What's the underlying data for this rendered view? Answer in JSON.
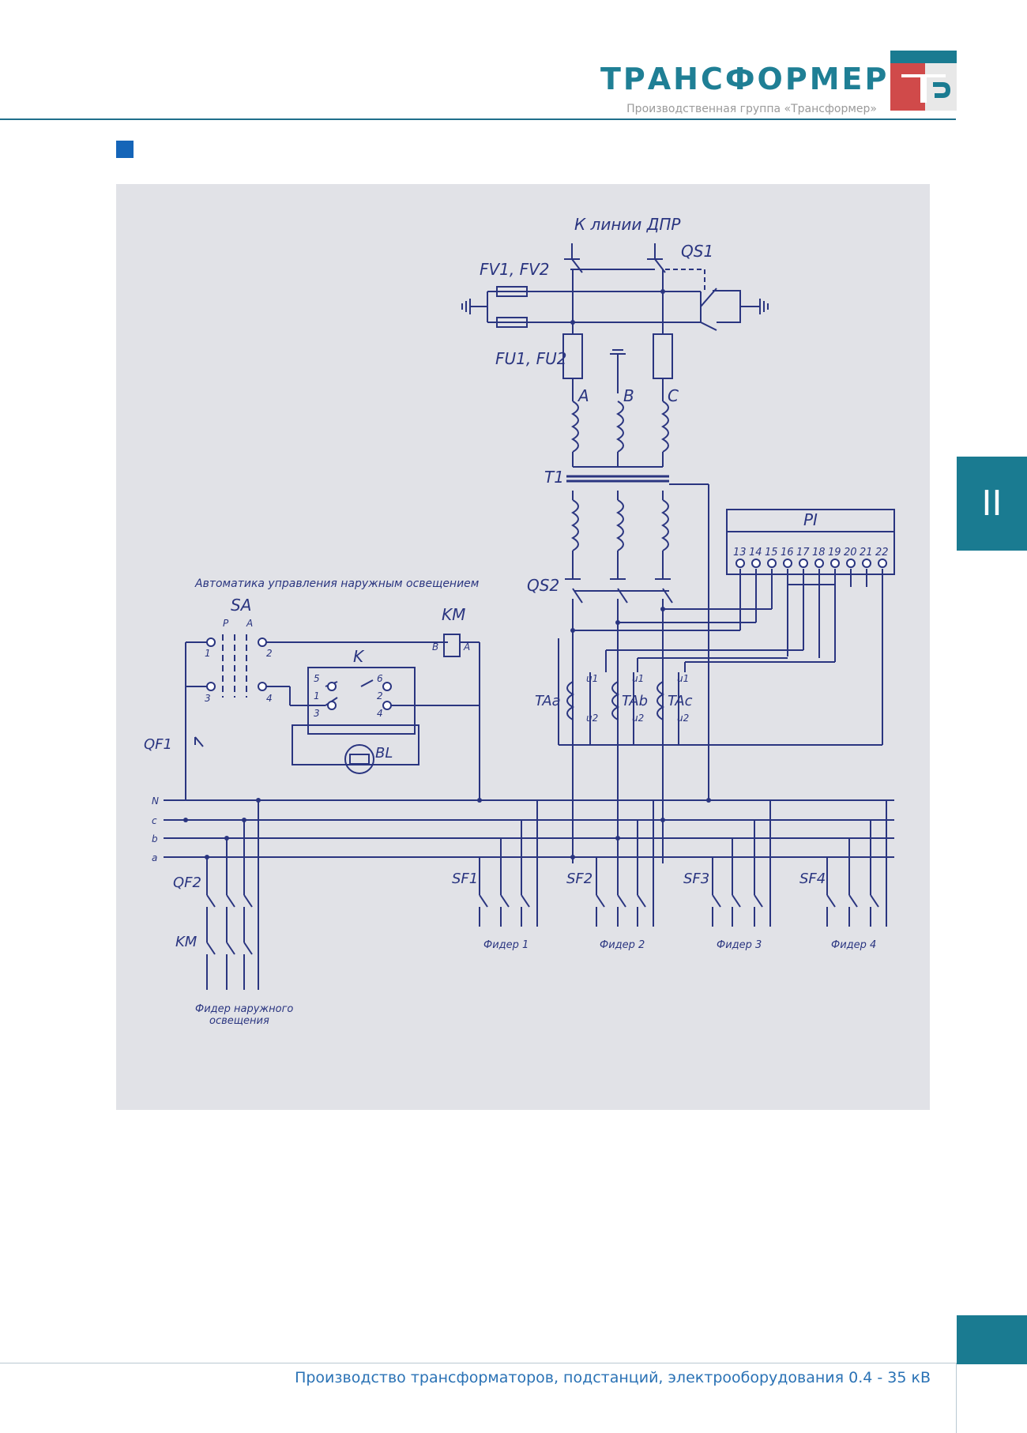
{
  "header": {
    "brand_name": "ТРАНСФОРМЕР",
    "brand_subtitle": "Производственная группа «Трансформер»",
    "logo_icon": "transformer-logo-icon"
  },
  "side_tab": {
    "label": "II"
  },
  "footer": {
    "text": "Производство трансформаторов, подстанций, электрооборудования 0.4 - 35 кВ"
  },
  "colors": {
    "accent": "#1a7b91",
    "brand_red": "#d04a4a",
    "diagram_bg": "#e1e2e7",
    "wire": "#2a3580",
    "footer_text": "#2a72b5"
  },
  "diagram": {
    "line_label": "К линии ДПР",
    "qs1": "QS1",
    "fv": "FV1, FV2",
    "fu": "FU1, FU2",
    "phase_a": "A",
    "phase_b": "B",
    "phase_c": "C",
    "t1": "T1",
    "pi": "PI",
    "pi_terminals": [
      "13",
      "14",
      "15",
      "16",
      "17",
      "18",
      "19",
      "20",
      "21",
      "22"
    ],
    "automation_title": "Автоматика управления наружным освещением",
    "sa": "SA",
    "sa_p": "P",
    "sa_a": "A",
    "sa_1": "1",
    "sa_2": "2",
    "sa_3": "3",
    "sa_4": "4",
    "km": "KM",
    "km_b": "B",
    "km_a": "A",
    "k": "K",
    "k_5": "5",
    "k_6": "6",
    "k_1": "1",
    "k_2": "2",
    "k_3": "3",
    "k_4": "4",
    "bl": "BL",
    "qs2": "QS2",
    "qf1": "QF1",
    "taa": "TAa",
    "tab": "TAb",
    "tac": "TAc",
    "u1": "u1",
    "u2": "u2",
    "bus_n": "N",
    "bus_c": "c",
    "bus_b": "b",
    "bus_a": "a",
    "qf2": "QF2",
    "km2": "KM",
    "sf1": "SF1",
    "sf2": "SF2",
    "sf3": "SF3",
    "sf4": "SF4",
    "feeder1": "Фидер 1",
    "feeder2": "Фидер 2",
    "feeder3": "Фидер 3",
    "feeder4": "Фидер 4",
    "feeder_outdoor_1": "Фидер наружного",
    "feeder_outdoor_2": "освещения"
  }
}
